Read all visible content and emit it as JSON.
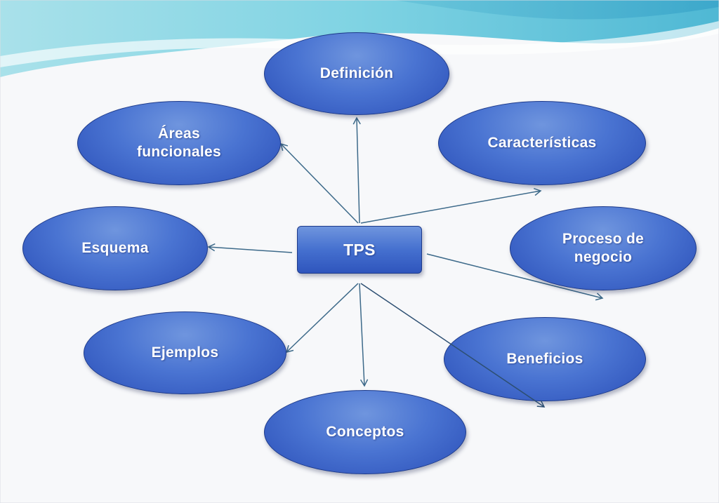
{
  "diagram": {
    "center": {
      "label": "TPS"
    },
    "nodes": [
      {
        "id": "definicion",
        "label": "Definición"
      },
      {
        "id": "areas",
        "label": "Áreas\nfuncionales"
      },
      {
        "id": "caracteristicas",
        "label": "Características"
      },
      {
        "id": "esquema",
        "label": "Esquema"
      },
      {
        "id": "proceso",
        "label": "Proceso de\nnegocio"
      },
      {
        "id": "ejemplos",
        "label": "Ejemplos"
      },
      {
        "id": "beneficios",
        "label": "Beneficios"
      },
      {
        "id": "conceptos",
        "label": "Conceptos"
      }
    ]
  },
  "colors": {
    "node_fill": "#4a74d2",
    "node_border": "#1d3a8a",
    "arrow": "#3d6a8a",
    "header_wave": "#7fd3e3"
  }
}
